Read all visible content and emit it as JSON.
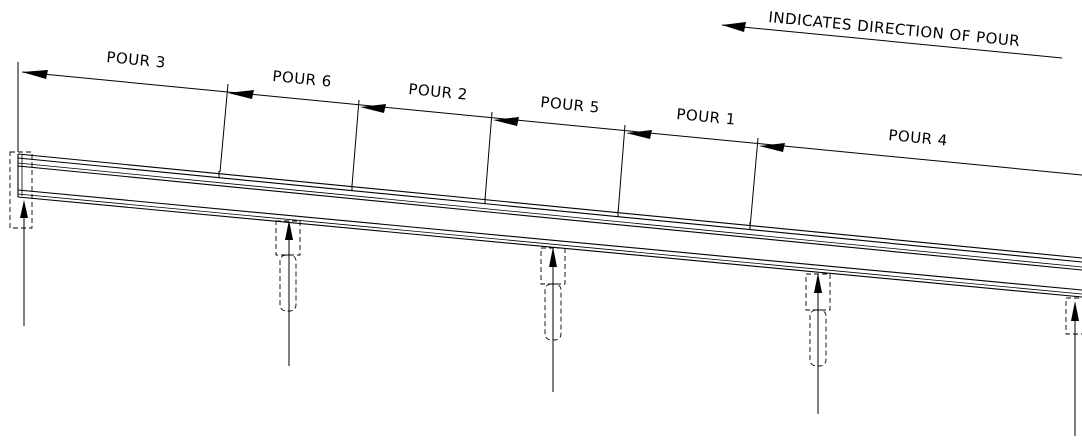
{
  "legend": {
    "text": "INDICATES DIRECTION OF POUR"
  },
  "pours": [
    {
      "label": "POUR 3"
    },
    {
      "label": "POUR 6"
    },
    {
      "label": "POUR 2"
    },
    {
      "label": "POUR 5"
    },
    {
      "label": "POUR 1"
    },
    {
      "label": "POUR 4"
    }
  ]
}
